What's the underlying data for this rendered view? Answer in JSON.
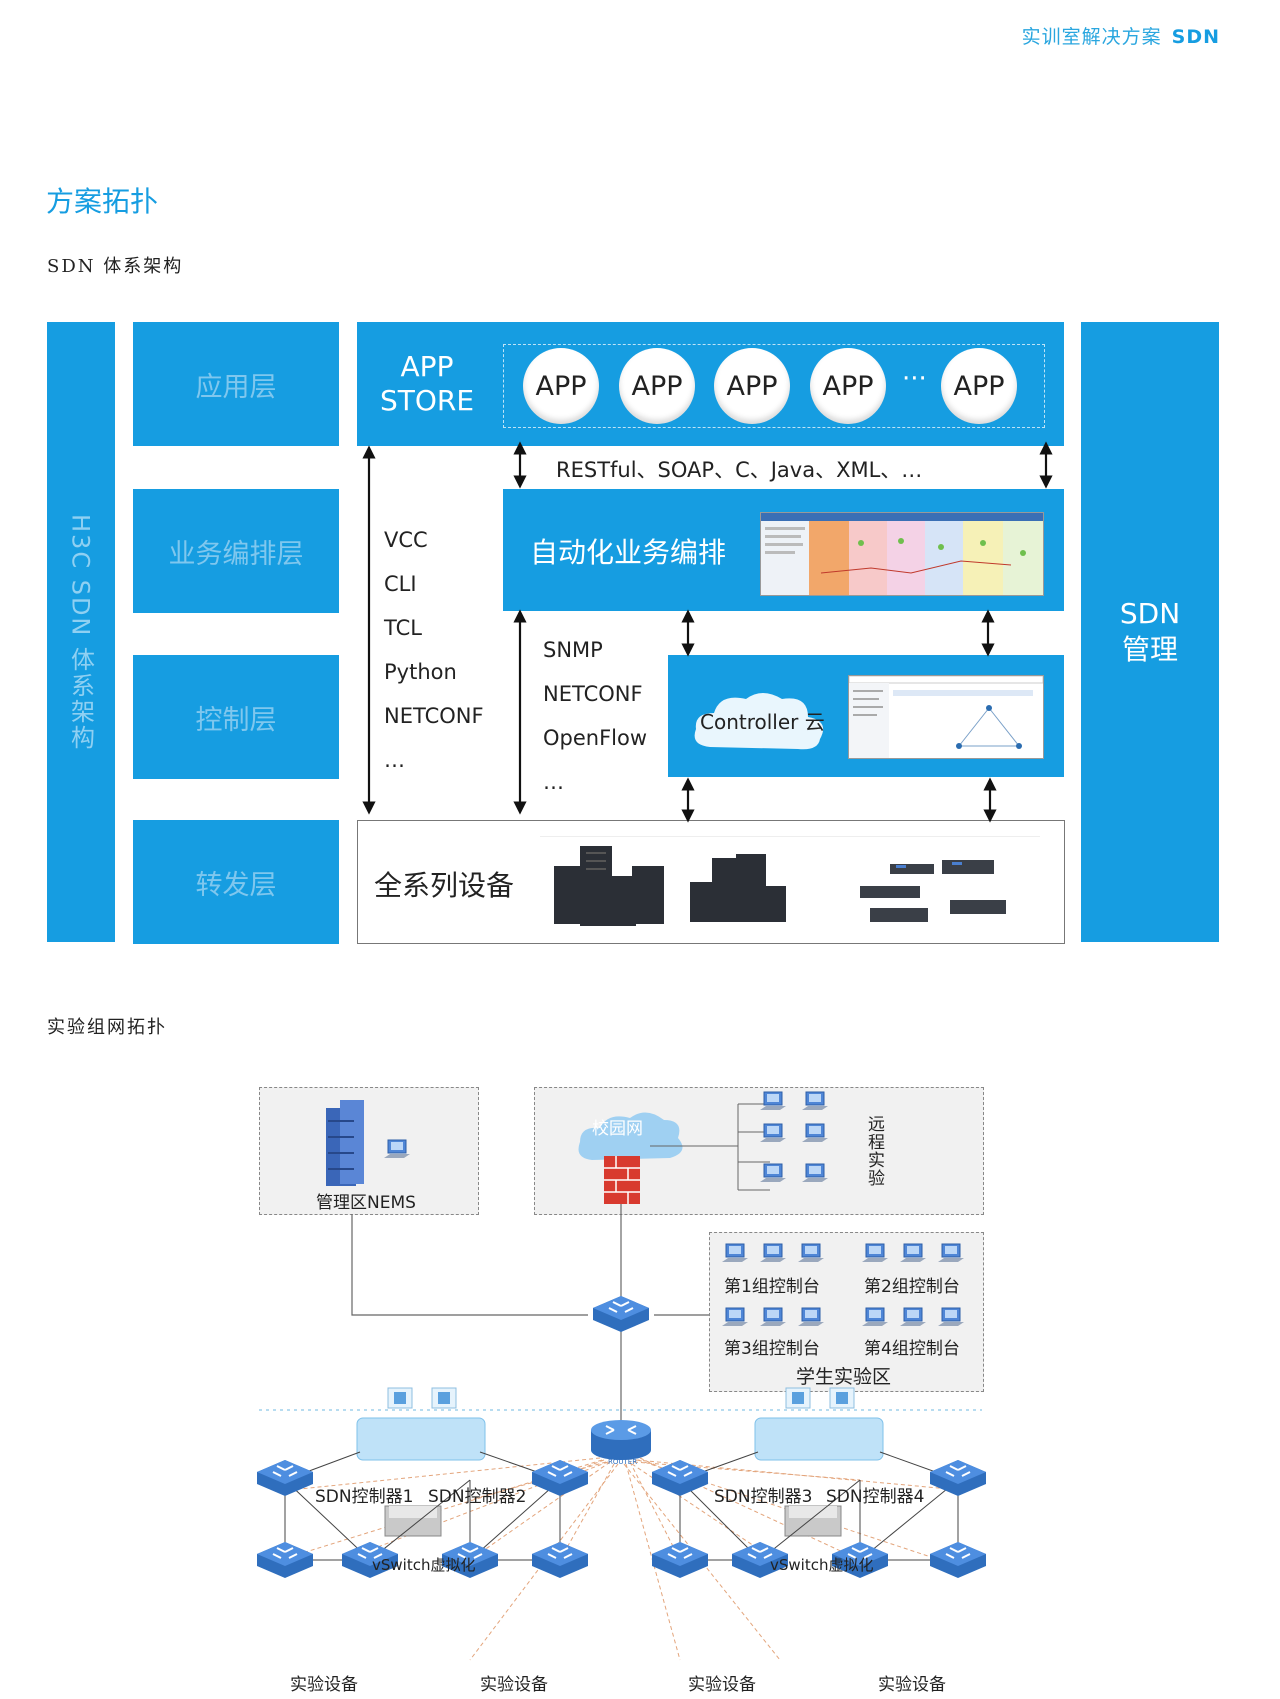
{
  "header": {
    "category": "实训室解决方案",
    "tag": "SDN"
  },
  "section_title": "方案拓扑",
  "arch": {
    "subtitle": "SDN 体系架构",
    "vertical_label": "H3C SDN 体系架构",
    "management": "SDN\n管理",
    "layers": [
      "应用层",
      "业务编排层",
      "控制层",
      "转发层"
    ],
    "app_store": "APP\nSTORE",
    "apps": [
      "APP",
      "APP",
      "APP",
      "APP",
      "APP"
    ],
    "app_ellipsis": "···",
    "protocols": "RESTful、SOAP、C、Java、XML、…",
    "automation": "自动化业务编排",
    "north_list": [
      "VCC",
      "CLI",
      "TCL",
      "Python",
      "NETCONF",
      "…"
    ],
    "south_list": [
      "SNMP",
      "NETCONF",
      "OpenFlow",
      "…"
    ],
    "controller": "Controller 云",
    "devices": "全系列设备"
  },
  "topo": {
    "subtitle": "实验组网拓扑",
    "mgmt_zone": "管理区NEMS",
    "campus": "校园网",
    "remote": "远程实验",
    "groups": [
      "第1组控制台",
      "第2组控制台",
      "第3组控制台",
      "第4组控制台"
    ],
    "student_zone": "学生实验区",
    "router_label": "ROUTER",
    "controllers": [
      "SDN控制器1",
      "SDN控制器2",
      "SDN控制器3",
      "SDN控制器4"
    ],
    "vswitch": [
      "vSwitch虚拟化",
      "vSwitch虚拟化"
    ],
    "lab_devices": [
      "实验设备",
      "实验设备",
      "实验设备",
      "实验设备"
    ]
  },
  "colors": {
    "accent": "#169de1",
    "light_text": "#7fc7ee"
  }
}
